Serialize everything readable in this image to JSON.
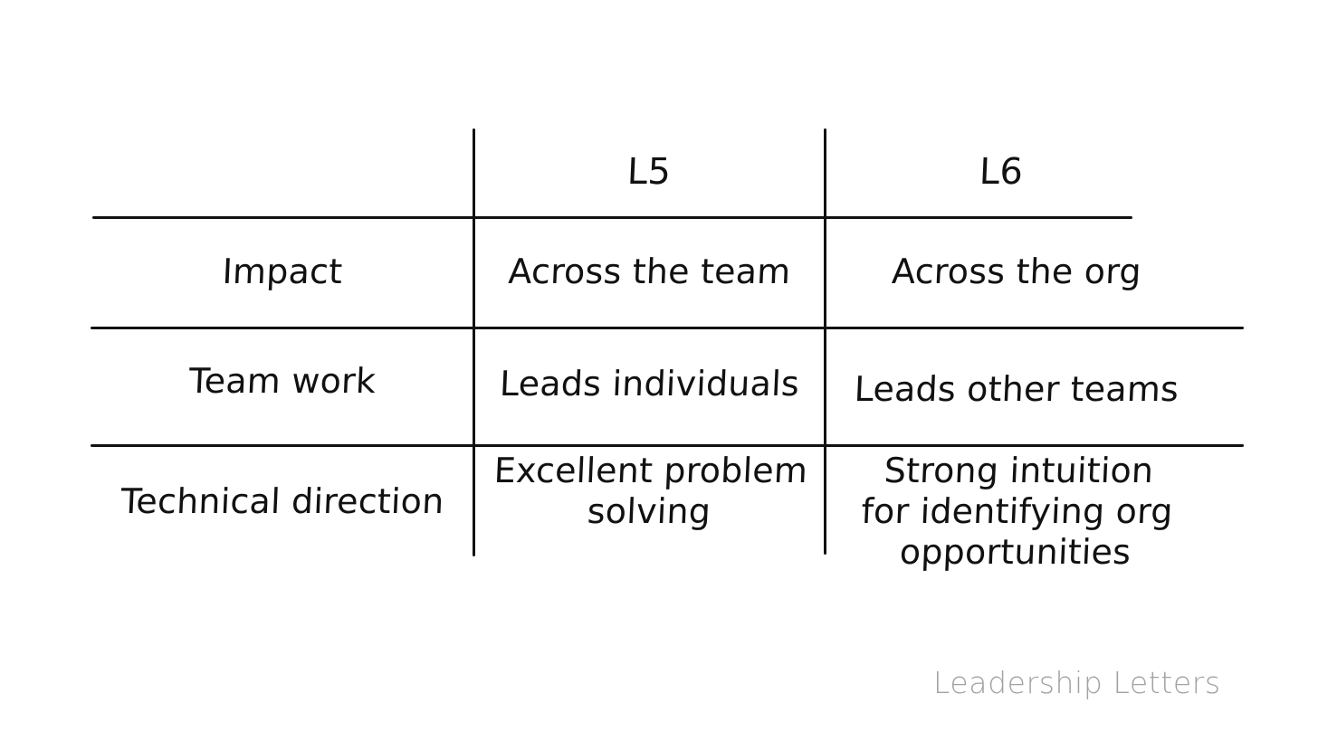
{
  "canvas": {
    "background": "#ffffff",
    "ink_color": "#111111",
    "watermark_color": "#a2a2a2"
  },
  "table": {
    "corner_label": "",
    "column_headers": [
      "L5",
      "L6"
    ],
    "row_labels": [
      "Impact",
      "Team work",
      "Technical direction"
    ],
    "rows": [
      {
        "label": "Impact",
        "l5": "Across the team",
        "l6": "Across the org"
      },
      {
        "label": "Team work",
        "l5": "Leads individuals",
        "l6": "Leads other teams"
      },
      {
        "label": "Technical direction",
        "l5": "Excellent problem\nsolving",
        "l6": "Strong intuition\nfor identifying org\nopportunities"
      }
    ]
  },
  "watermark": {
    "text": "Leadership Letters"
  }
}
